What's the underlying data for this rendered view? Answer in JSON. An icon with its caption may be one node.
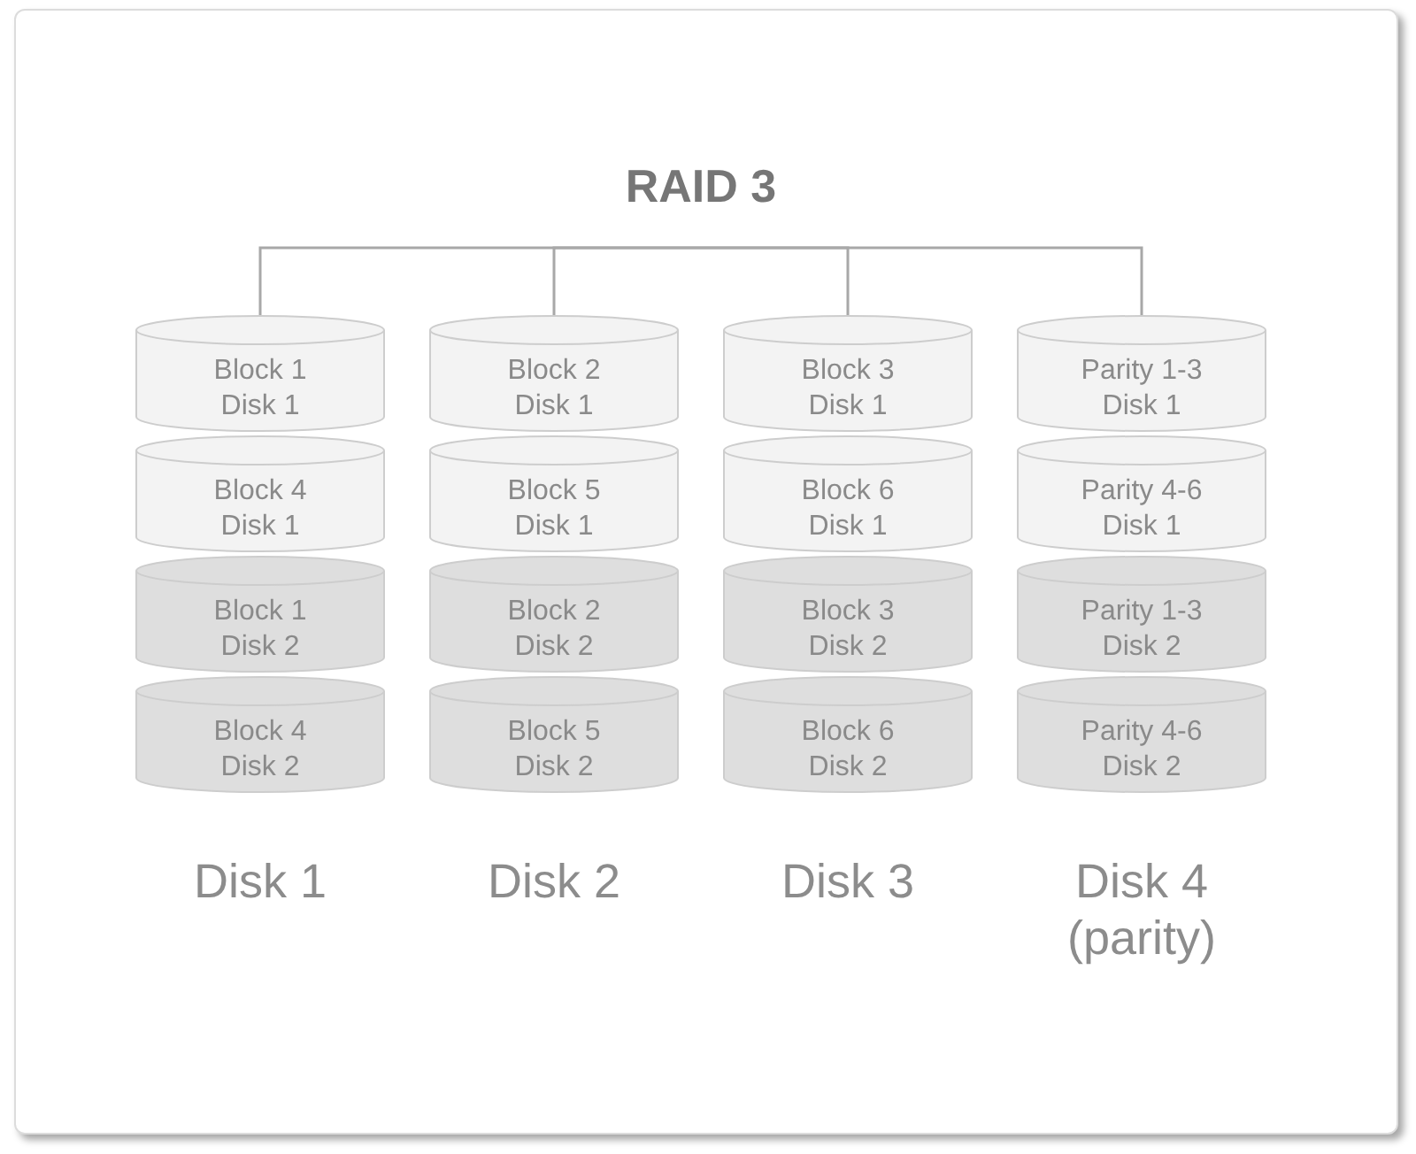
{
  "diagram": {
    "nodes": [
      {
        "text": [
          "RAID 3"
        ]
      },
      {
        "text": [
          "Disk 1"
        ]
      },
      {
        "text": [
          "Block 1 Disk 1"
        ],
        "in": 1
      },
      {
        "text": [
          "Block 4 Disk 1"
        ],
        "in": 1
      },
      {
        "text": [
          "Block 1 Disk 2"
        ],
        "in": 1
      },
      {
        "text": [
          "Block 4 Disk 2"
        ],
        "in": 1
      },
      {
        "text": [
          "Disk 2"
        ]
      },
      {
        "text": [
          "Block 2 Disk 1"
        ],
        "in": 6
      },
      {
        "text": [
          "Block 5 Disk 1"
        ],
        "in": 6
      },
      {
        "text": [
          "Block 2 Disk 2"
        ],
        "in": 6
      },
      {
        "text": [
          "Block 5 Disk 2"
        ],
        "in": 6
      },
      {
        "text": [
          "Disk 3"
        ]
      },
      {
        "text": [
          "Block 3 Disk 1"
        ],
        "in": 11
      },
      {
        "text": [
          "Block 6 Disk 1"
        ],
        "in": 11
      },
      {
        "text": [
          "Block 3 Disk 2"
        ],
        "in": 11
      },
      {
        "text": [
          "Block 6 Disk 2"
        ],
        "in": 11
      },
      {
        "text": [
          "Disk 4 (parity)"
        ]
      },
      {
        "text": [
          "Parity 1-3 Disk 1"
        ],
        "in": 16
      },
      {
        "text": [
          "Parity 4-6 Disk 1"
        ],
        "in": 16
      },
      {
        "text": [
          "Parity 1-3 Disk 2"
        ],
        "in": 16
      },
      {
        "text": [
          "Parity 4-6 Disk 2"
        ],
        "in": 16
      }
    ],
    "edges": [
      {
        "from": 0,
        "to": 1,
        "arrow": "none"
      },
      {
        "from": 0,
        "to": 6,
        "arrow": "none"
      },
      {
        "from": 0,
        "to": 11,
        "arrow": "none"
      },
      {
        "from": 0,
        "to": 16,
        "arrow": "none"
      }
    ]
  }
}
